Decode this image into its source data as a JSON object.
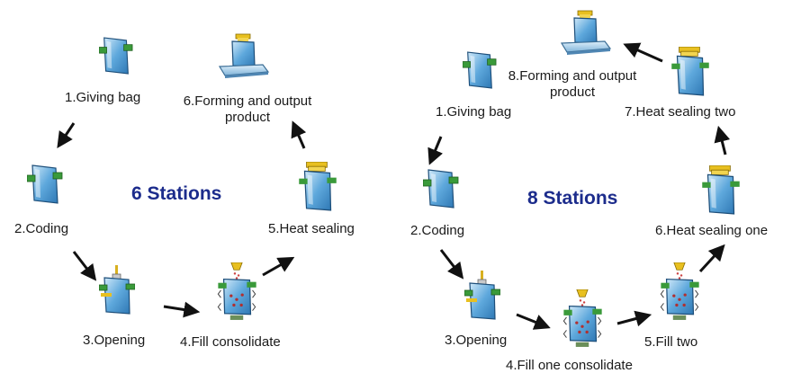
{
  "diagrams": [
    {
      "title": "6 Stations",
      "stations": [
        {
          "label": "1.Giving bag",
          "icon": "bag-icon"
        },
        {
          "label": "2.Coding",
          "icon": "bag-icon"
        },
        {
          "label": "3.Opening",
          "icon": "opening-icon"
        },
        {
          "label": "4.Fill consolidate",
          "icon": "filling-icon"
        },
        {
          "label": "5.Heat sealing",
          "icon": "sealing-icon"
        },
        {
          "label": "6.Forming and output product",
          "icon": "output-tray-icon"
        }
      ]
    },
    {
      "title": "8 Stations",
      "stations": [
        {
          "label": "1.Giving bag",
          "icon": "bag-icon"
        },
        {
          "label": "2.Coding",
          "icon": "bag-icon"
        },
        {
          "label": "3.Opening",
          "icon": "opening-icon"
        },
        {
          "label": "4.Fill one consolidate",
          "icon": "filling-icon"
        },
        {
          "label": "5.Fill two",
          "icon": "filling-icon"
        },
        {
          "label": "6.Heat sealing one",
          "icon": "sealing-icon"
        },
        {
          "label": "7.Heat sealing two",
          "icon": "sealing-icon"
        },
        {
          "label": "8.Forming and output product",
          "icon": "output-tray-icon"
        }
      ]
    }
  ],
  "colors": {
    "title": "#1c2c8c",
    "bag_fill": "#5ea8dc",
    "bag_edge": "#1e4f7a",
    "clip": "#3a9a3a",
    "seal": "#e8c020",
    "tray": "#a8cce6"
  }
}
